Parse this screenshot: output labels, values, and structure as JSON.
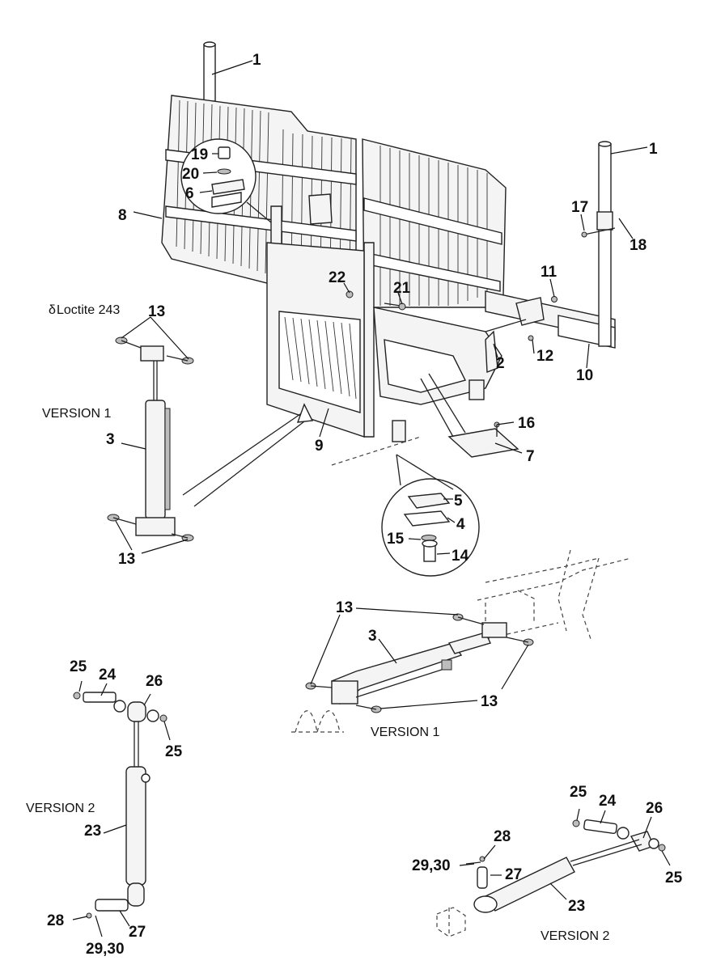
{
  "callouts": {
    "c1a": "1",
    "c1b": "1",
    "c2": "2",
    "c3a": "3",
    "c3b": "3",
    "c4": "4",
    "c5": "5",
    "c6": "6",
    "c7": "7",
    "c8": "8",
    "c9": "9",
    "c10": "10",
    "c11": "11",
    "c12": "12",
    "c13a": "13",
    "c13b": "13",
    "c13c": "13",
    "c13d": "13",
    "c14": "14",
    "c15": "15",
    "c16": "16",
    "c17": "17",
    "c18": "18",
    "c19": "19",
    "c20": "20",
    "c21": "21",
    "c22": "22",
    "c23a": "23",
    "c23b": "23",
    "c24a": "24",
    "c24b": "24",
    "c25a": "25",
    "c25b": "25",
    "c25c": "25",
    "c25d": "25",
    "c26a": "26",
    "c26b": "26",
    "c27a": "27",
    "c27b": "27",
    "c28a": "28",
    "c28b": "28",
    "c2930a": "29,30",
    "c2930b": "29,30"
  },
  "captions": {
    "loctite": "Loctite 243",
    "version1_left": "VERSION 1",
    "version1_center": "VERSION 1",
    "version2_left": "VERSION 2",
    "version2_right": "VERSION 2"
  }
}
